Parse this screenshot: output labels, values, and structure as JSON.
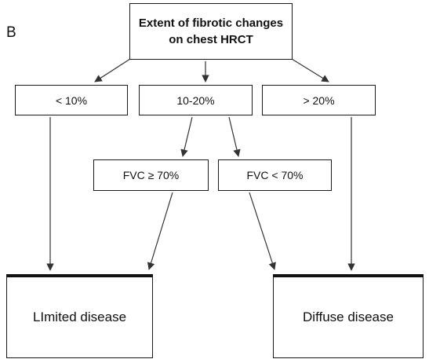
{
  "panel_label": "B",
  "root": {
    "line1": "Extent of fibrotic changes",
    "line2": "on chest HRCT"
  },
  "extent_options": {
    "lt10": "< 10%",
    "mid": "10-20%",
    "gt20": "> 20%"
  },
  "fvc_options": {
    "ge70": "FVC ≥ 70%",
    "lt70": "FVC < 70%"
  },
  "outcomes": {
    "limited": "LImited disease",
    "diffuse": "Diffuse disease"
  },
  "colors": {
    "line": "#333333",
    "box_border": "#1a1a1a"
  }
}
